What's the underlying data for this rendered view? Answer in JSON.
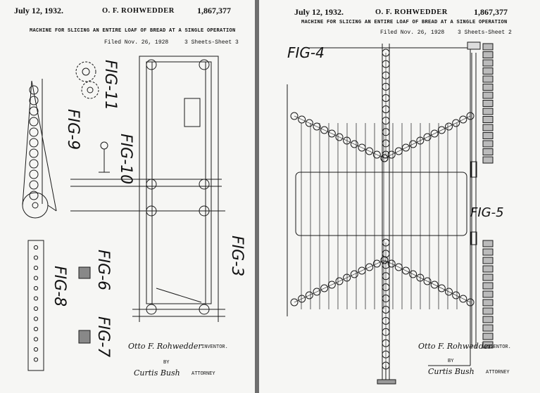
{
  "sheets": [
    {
      "date": "July 12, 1932.",
      "inventor_header": "O. F. ROHWEDDER",
      "patent_number": "1,867,377",
      "title": "MACHINE FOR SLICING AN ENTIRE LOAF OF BREAD AT A SINGLE OPERATION",
      "filed": "Filed Nov. 26, 1928",
      "sheet_label": "3 Sheets-Sheet 3",
      "figures": [
        "FIG-11",
        "FIG-9",
        "FIG-10",
        "FIG-8",
        "FIG-6",
        "FIG-7",
        "FIG-3"
      ],
      "inventor_signature": "Otto F. Rohwedder",
      "inventor_role": "INVENTOR.",
      "by": "BY",
      "attorney_signature": "Curtis Bush",
      "attorney_role": "ATTORNEY"
    },
    {
      "date": "July 12, 1932.",
      "inventor_header": "O. F. ROHWEDDER",
      "patent_number": "1,867,377",
      "title": "MACHINE FOR SLICING AN ENTIRE LOAF OF BREAD AT A SINGLE OPERATION",
      "filed": "Filed Nov. 26, 1928",
      "sheet_label": "3 Sheets-Sheet 2",
      "figures": [
        "FIG-4",
        "FIG-5"
      ],
      "inventor_signature": "Otto F. Rohwedder",
      "inventor_role": "INVENTOR.",
      "by": "BY",
      "attorney_signature": "Curtis Bush",
      "attorney_role": "ATTORNEY"
    }
  ]
}
